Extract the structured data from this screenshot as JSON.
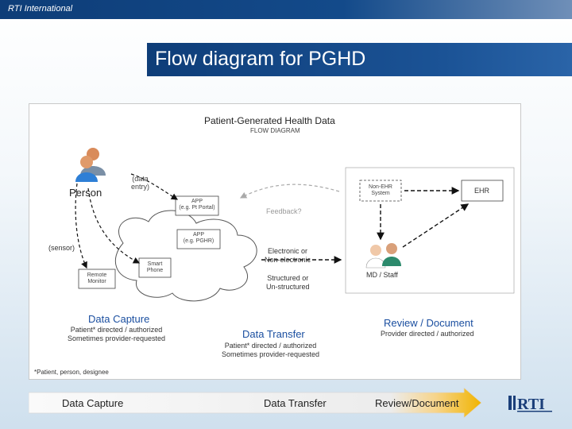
{
  "header": {
    "org": "RTI International",
    "title": "Flow diagram for PGHD"
  },
  "diagram": {
    "title": "Patient-Generated Health Data",
    "subtitle": "FLOW DIAGRAM",
    "person_label": "Person",
    "data_entry_label": "(data\nentry)",
    "sensor_label": "(sensor)",
    "app_portal": "APP\n(e.g. Pt Portal)",
    "app_phr": "APP\n(e.g. PGHR)",
    "smart_phone": "Smart\nPhone",
    "remote_monitor": "Remote\nMonitor",
    "feedback": "Feedback?",
    "electronic": "Electronic or\nNon-electronic",
    "structured": "Structured or\nUn-structured",
    "non_ehr": "Non-EHR\nSystem",
    "ehr": "EHR",
    "md_staff": "MD / Staff",
    "capture_head": "Data Capture",
    "capture_sub": "Patient* directed / authorized\nSometimes provider-requested",
    "transfer_head": "Data Transfer",
    "transfer_sub": "Patient* directed / authorized\nSometimes provider-requested",
    "review_head": "Review / Document",
    "review_sub": "Provider directed / authorized",
    "footnote": "*Patient, person, designee"
  },
  "bottom": {
    "stage1": "Data Capture",
    "stage2": "Data Transfer",
    "stage3": "Review/Document",
    "logo": "RTI"
  },
  "colors": {
    "navy": "#0e3d78",
    "arrow_fill": "#f5f5f5",
    "arrow_tip": "#f0b400",
    "blue_heading": "#1b4fa0"
  }
}
